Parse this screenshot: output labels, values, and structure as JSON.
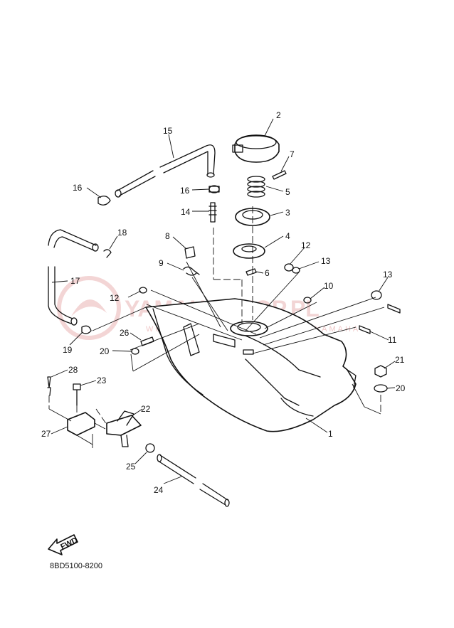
{
  "diagram_code": "8BD5100-8200",
  "fwd_label": "FWD",
  "watermark": {
    "text": "YAMAHASHOP.PL",
    "subtext": "WOJTEK KOWALSKI - DEALER YAMAHA"
  },
  "callouts": [
    {
      "id": "c1",
      "label": "1"
    },
    {
      "id": "c2",
      "label": "2"
    },
    {
      "id": "c3",
      "label": "3"
    },
    {
      "id": "c4",
      "label": "4"
    },
    {
      "id": "c5",
      "label": "5"
    },
    {
      "id": "c6",
      "label": "6"
    },
    {
      "id": "c7",
      "label": "7"
    },
    {
      "id": "c8",
      "label": "8"
    },
    {
      "id": "c9",
      "label": "9"
    },
    {
      "id": "c10",
      "label": "10"
    },
    {
      "id": "c11",
      "label": "11"
    },
    {
      "id": "c12a",
      "label": "12"
    },
    {
      "id": "c12b",
      "label": "12"
    },
    {
      "id": "c13a",
      "label": "13"
    },
    {
      "id": "c13b",
      "label": "13"
    },
    {
      "id": "c14",
      "label": "14"
    },
    {
      "id": "c15",
      "label": "15"
    },
    {
      "id": "c16a",
      "label": "16"
    },
    {
      "id": "c16b",
      "label": "16"
    },
    {
      "id": "c17",
      "label": "17"
    },
    {
      "id": "c18",
      "label": "18"
    },
    {
      "id": "c19",
      "label": "19"
    },
    {
      "id": "c20a",
      "label": "20"
    },
    {
      "id": "c20b",
      "label": "20"
    },
    {
      "id": "c21",
      "label": "21"
    },
    {
      "id": "c22",
      "label": "22"
    },
    {
      "id": "c23",
      "label": "23"
    },
    {
      "id": "c24",
      "label": "24"
    },
    {
      "id": "c25",
      "label": "25"
    },
    {
      "id": "c26",
      "label": "26"
    },
    {
      "id": "c27",
      "label": "27"
    },
    {
      "id": "c28",
      "label": "28"
    }
  ]
}
